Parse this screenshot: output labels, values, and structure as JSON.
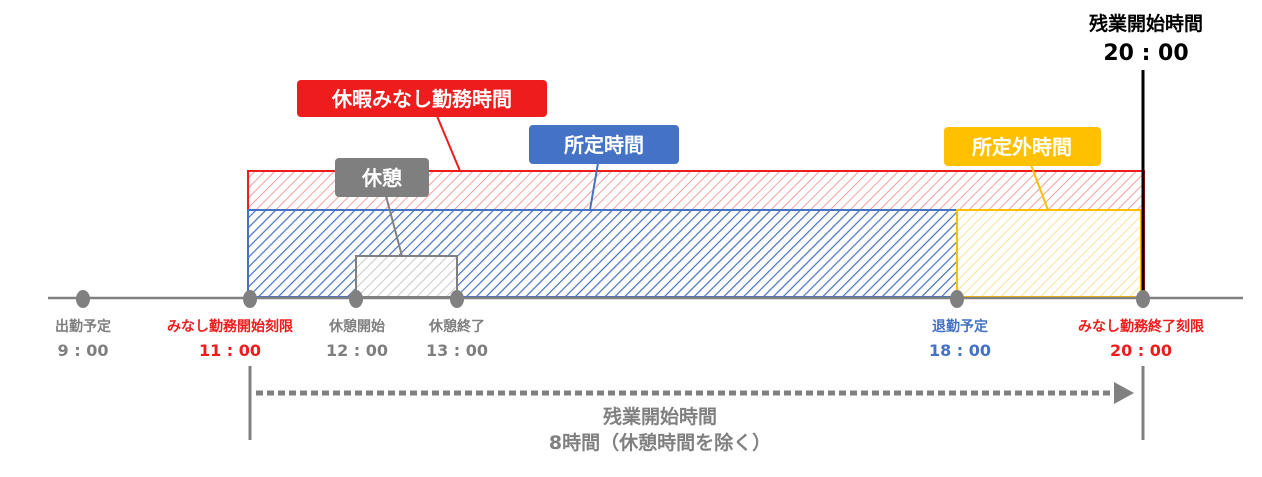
{
  "colors": {
    "red": "#ee1c1c",
    "blue": "#4472c4",
    "gold": "#ffc000",
    "gray": "#7f7f7f",
    "axis": "#808080",
    "black": "#000000"
  },
  "callouts": {
    "deemed_hours": "休暇みなし勤務時間",
    "scheduled_hours": "所定時間",
    "break": "休憩",
    "non_scheduled_hours": "所定外時間"
  },
  "overtime_start": {
    "label": "残業開始時間",
    "time": "20 : 00"
  },
  "timeline": [
    {
      "key": "scheduled_start",
      "label": "出勤予定",
      "time": "9 : 00",
      "color": "#7f7f7f"
    },
    {
      "key": "deemed_start_limit",
      "label": "みなし勤務開始刻限",
      "time": "11 : 00",
      "color": "#ee1c1c"
    },
    {
      "key": "break_start",
      "label": "休憩開始",
      "time": "12 : 00",
      "color": "#7f7f7f"
    },
    {
      "key": "break_end",
      "label": "休憩終了",
      "time": "13 : 00",
      "color": "#7f7f7f"
    },
    {
      "key": "scheduled_leave",
      "label": "退勤予定",
      "time": "18 : 00",
      "color": "#4472c4"
    },
    {
      "key": "deemed_end_limit",
      "label": "みなし勤務終了刻限",
      "time": "20 : 00",
      "color": "#ee1c1c"
    }
  ],
  "span": {
    "line1": "残業開始時間",
    "line2": "8時間（休憩時間を除く）"
  }
}
